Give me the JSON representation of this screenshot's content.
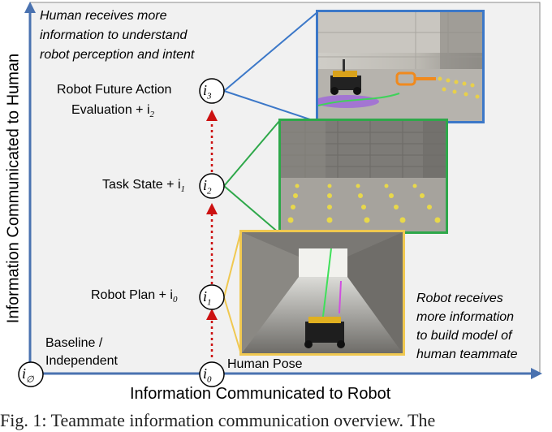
{
  "axes": {
    "y_label": "Information  Communicated to Human",
    "x_label": "Information Communicated to Robot"
  },
  "notes": {
    "human": [
      "Human receives more",
      "information to understand",
      "robot perception and intent"
    ],
    "robot": [
      "Robot receives",
      "more information",
      "to build model of",
      "human teammate"
    ]
  },
  "levels": [
    {
      "label": "Robot Future Action",
      "label2": "Evaluation + i",
      "sub2": "2",
      "node": "i",
      "node_sub": "3"
    },
    {
      "label": "Task State + i",
      "sub": "1",
      "node": "i",
      "node_sub": "2"
    },
    {
      "label": "Robot Plan + i",
      "sub": "0",
      "node": "i",
      "node_sub": "1"
    }
  ],
  "baseline": {
    "label1": "Baseline /",
    "label2": "Independent",
    "node": "i",
    "node_sub": "∅"
  },
  "human_pose": {
    "label": "Human Pose",
    "node": "i",
    "node_sub": "0"
  },
  "colors": {
    "axis": "#4a72b0",
    "frame_top": "#3c78c8",
    "frame_mid": "#2ea84a",
    "frame_low": "#f0c850",
    "arrow": "#cc1111"
  },
  "caption": "Fig. 1: Teammate information communication overview. The"
}
